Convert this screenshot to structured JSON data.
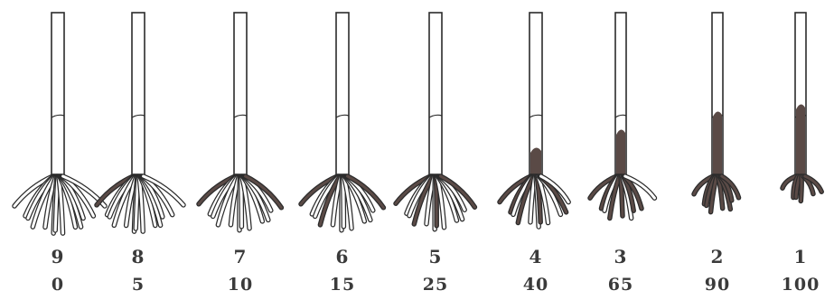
{
  "figure": {
    "stages": [
      {
        "score": "9",
        "percent": "0",
        "damage": 0.0
      },
      {
        "score": "8",
        "percent": "5",
        "damage": 0.05
      },
      {
        "score": "7",
        "percent": "10",
        "damage": 0.1
      },
      {
        "score": "6",
        "percent": "15",
        "damage": 0.15
      },
      {
        "score": "5",
        "percent": "25",
        "damage": 0.25
      },
      {
        "score": "4",
        "percent": "40",
        "damage": 0.4
      },
      {
        "score": "3",
        "percent": "65",
        "damage": 0.65
      },
      {
        "score": "2",
        "percent": "90",
        "damage": 0.9
      },
      {
        "score": "1",
        "percent": "100",
        "damage": 1.0
      }
    ],
    "colors": {
      "outline": "#2b2b2b",
      "healthy": "#ffffff",
      "rotted": "#5a4a46",
      "text": "#3a3a3a"
    }
  }
}
